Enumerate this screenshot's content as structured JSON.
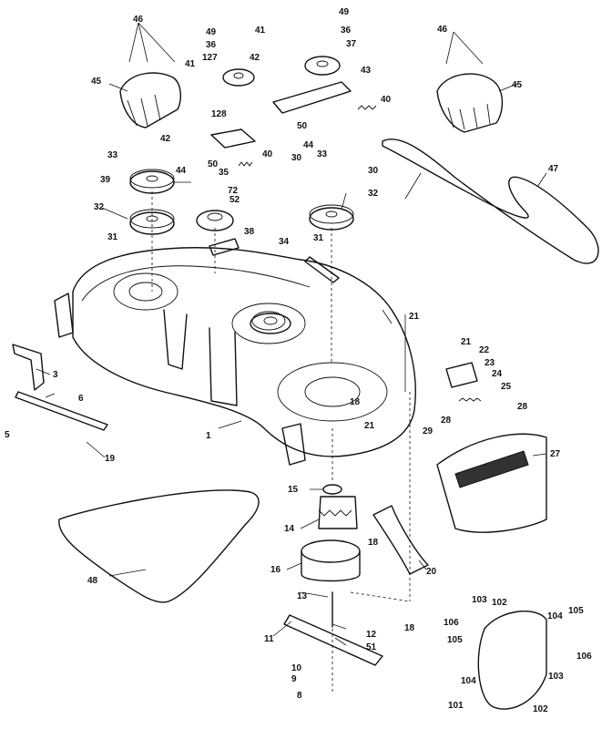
{
  "labels": [
    {
      "id": "l46a",
      "text": "46"
    },
    {
      "id": "l45a",
      "text": "45"
    },
    {
      "id": "l49a",
      "text": "49"
    },
    {
      "id": "l36a",
      "text": "36"
    },
    {
      "id": "l127",
      "text": "127"
    },
    {
      "id": "l41a",
      "text": "41"
    },
    {
      "id": "l42a",
      "text": "42"
    },
    {
      "id": "l41b",
      "text": "41"
    },
    {
      "id": "l42b",
      "text": "42"
    },
    {
      "id": "l49b",
      "text": "49"
    },
    {
      "id": "l36b",
      "text": "36"
    },
    {
      "id": "l37",
      "text": "37"
    },
    {
      "id": "l43",
      "text": "43"
    },
    {
      "id": "l40a",
      "text": "40"
    },
    {
      "id": "l46b",
      "text": "46"
    },
    {
      "id": "l45b",
      "text": "45"
    },
    {
      "id": "l128",
      "text": "128"
    },
    {
      "id": "l50a",
      "text": "50"
    },
    {
      "id": "l44a",
      "text": "44"
    },
    {
      "id": "l44b",
      "text": "44"
    },
    {
      "id": "l50b",
      "text": "50"
    },
    {
      "id": "l40b",
      "text": "40"
    },
    {
      "id": "l33a",
      "text": "33"
    },
    {
      "id": "l35",
      "text": "35"
    },
    {
      "id": "l30a",
      "text": "30"
    },
    {
      "id": "l33b",
      "text": "33"
    },
    {
      "id": "l30b",
      "text": "30"
    },
    {
      "id": "l47",
      "text": "47"
    },
    {
      "id": "l39",
      "text": "39"
    },
    {
      "id": "l72",
      "text": "72"
    },
    {
      "id": "l52",
      "text": "52"
    },
    {
      "id": "l32a",
      "text": "32"
    },
    {
      "id": "l32b",
      "text": "32"
    },
    {
      "id": "l38",
      "text": "38"
    },
    {
      "id": "l31a",
      "text": "31"
    },
    {
      "id": "l31b",
      "text": "31"
    },
    {
      "id": "l34",
      "text": "34"
    },
    {
      "id": "l21a",
      "text": "21"
    },
    {
      "id": "l21b",
      "text": "21"
    },
    {
      "id": "l22",
      "text": "22"
    },
    {
      "id": "l23",
      "text": "23"
    },
    {
      "id": "l24",
      "text": "24"
    },
    {
      "id": "l25",
      "text": "25"
    },
    {
      "id": "l3",
      "text": "3"
    },
    {
      "id": "l6",
      "text": "6"
    },
    {
      "id": "l5",
      "text": "5"
    },
    {
      "id": "l19",
      "text": "19"
    },
    {
      "id": "l1",
      "text": "1"
    },
    {
      "id": "l18a",
      "text": "18"
    },
    {
      "id": "l21c",
      "text": "21"
    },
    {
      "id": "l28a",
      "text": "28"
    },
    {
      "id": "l28b",
      "text": "28"
    },
    {
      "id": "l29",
      "text": "29"
    },
    {
      "id": "l27",
      "text": "27"
    },
    {
      "id": "l16",
      "text": "16"
    },
    {
      "id": "l14",
      "text": "14"
    },
    {
      "id": "l15",
      "text": "15"
    },
    {
      "id": "l48",
      "text": "48"
    },
    {
      "id": "l18b",
      "text": "18"
    },
    {
      "id": "l20",
      "text": "20"
    },
    {
      "id": "l13",
      "text": "13"
    },
    {
      "id": "l18c",
      "text": "18"
    },
    {
      "id": "l11",
      "text": "11"
    },
    {
      "id": "l12",
      "text": "12"
    },
    {
      "id": "l51",
      "text": "51"
    },
    {
      "id": "l10",
      "text": "10"
    },
    {
      "id": "l9",
      "text": "9"
    },
    {
      "id": "l8",
      "text": "8"
    },
    {
      "id": "l103a",
      "text": "103"
    },
    {
      "id": "l102a",
      "text": "102"
    },
    {
      "id": "l106a",
      "text": "106"
    },
    {
      "id": "l105a",
      "text": "105"
    },
    {
      "id": "l104a",
      "text": "104"
    },
    {
      "id": "l105b",
      "text": "105"
    },
    {
      "id": "l104b",
      "text": "104"
    },
    {
      "id": "l103b",
      "text": "103"
    },
    {
      "id": "l106b",
      "text": "106"
    },
    {
      "id": "l101",
      "text": "101"
    },
    {
      "id": "l102b",
      "text": "102"
    }
  ]
}
